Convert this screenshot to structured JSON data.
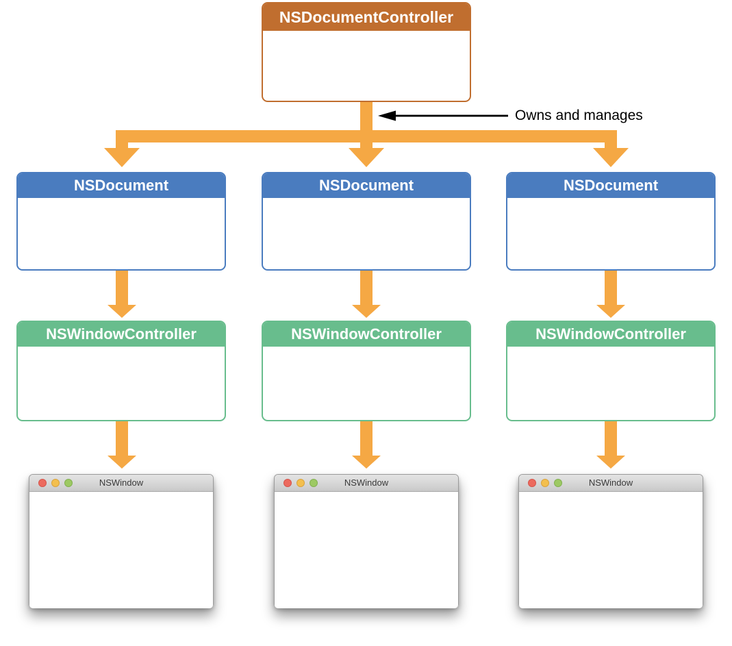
{
  "diagram": {
    "root": {
      "title": "NSDocumentController"
    },
    "annotation": {
      "label": "Owns and manages"
    },
    "columns": [
      {
        "document_label": "NSDocument",
        "controller_label": "NSWindowController",
        "window_title": "NSWindow"
      },
      {
        "document_label": "NSDocument",
        "controller_label": "NSWindowController",
        "window_title": "NSWindow"
      },
      {
        "document_label": "NSDocument",
        "controller_label": "NSWindowController",
        "window_title": "NSWindow"
      }
    ],
    "colors": {
      "root_header": "#C06E2F",
      "document_header": "#4A7CBF",
      "controller_header": "#68BD8D",
      "connector_arrow": "#F5A844",
      "annotation_arrow": "#000000",
      "traffic_light_red": "#EC6A5E",
      "traffic_light_yellow": "#F3BF4E",
      "traffic_light_green": "#9DC963"
    },
    "icons": {
      "window_buttons": [
        "close-button-icon",
        "minimize-button-icon",
        "zoom-button-icon"
      ]
    }
  }
}
